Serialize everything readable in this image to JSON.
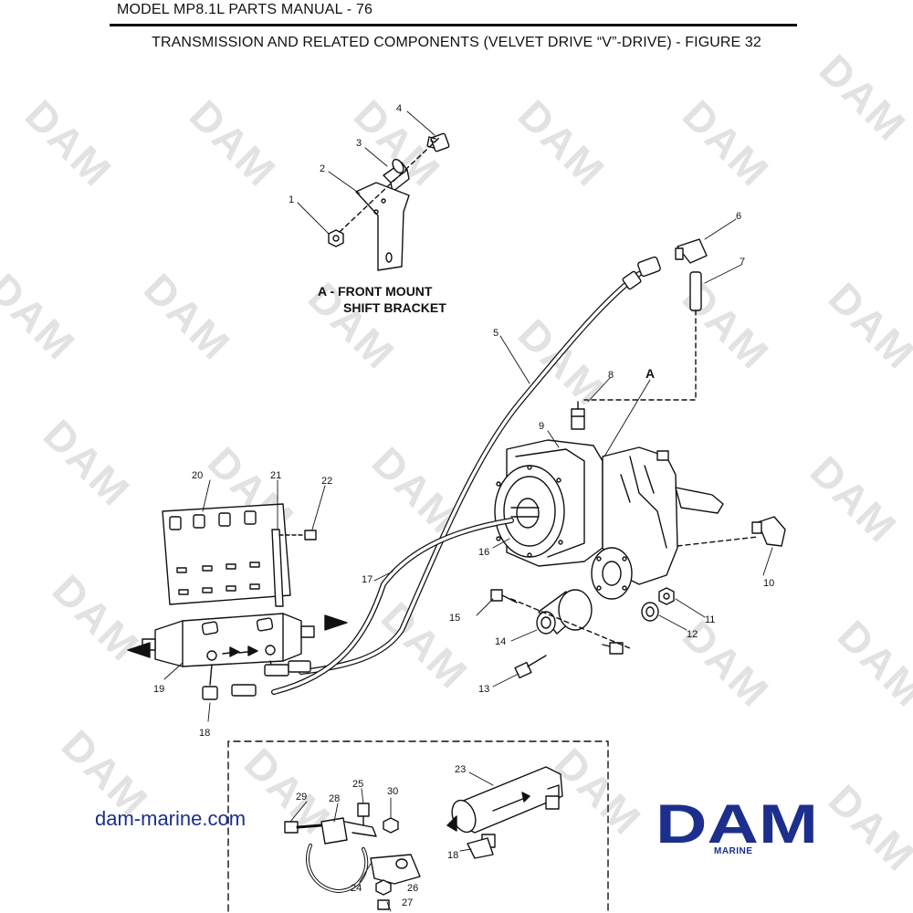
{
  "header": {
    "manual_title": "MODEL MP8.1L PARTS MANUAL - 76",
    "figure_title": "TRANSMISSION AND RELATED COMPONENTS (VELVET DRIVE “V”-DRIVE) - FIGURE 32"
  },
  "detail_view": {
    "label_line1": "A - FRONT MOUNT",
    "label_line2": "SHIFT BRACKET",
    "reference_letter": "A"
  },
  "callouts": {
    "c1": "1",
    "c2": "2",
    "c3": "3",
    "c4": "4",
    "c5": "5",
    "c6": "6",
    "c7": "7",
    "c8": "8",
    "c9": "9",
    "c10": "10",
    "c11": "11",
    "c12": "12",
    "c13": "13",
    "c14": "14",
    "c15": "15",
    "c16": "16",
    "c17": "17",
    "c18": "18",
    "c18b": "18",
    "c19": "19",
    "c20": "20",
    "c21": "21",
    "c22": "22",
    "c23": "23",
    "c24": "24",
    "c25": "25",
    "c26": "26",
    "c27": "27",
    "c28": "28",
    "c29": "29",
    "c30": "30"
  },
  "footer": {
    "website": "dam-marine.com",
    "brand": "DAM",
    "brand_sub": "MARINE"
  },
  "watermark_text": "DAM",
  "colors": {
    "brand_blue": "#1c2f8c",
    "watermark_gray": "#d9d9d9",
    "line": "#111111"
  }
}
